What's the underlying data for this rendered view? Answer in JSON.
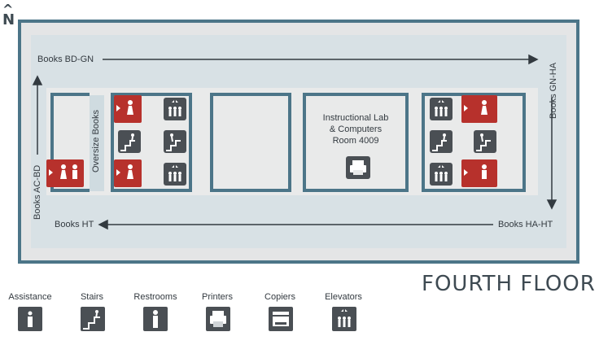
{
  "compass": {
    "label": "N"
  },
  "floor_title": "FOURTH FLOOR",
  "sections": {
    "top": "Books BD-GN",
    "right": "Books GN-HA",
    "bottom_right": "Books HA-HT",
    "bottom_left": "Books HT",
    "left": "Books AC-BD",
    "oversize": "Oversize Books"
  },
  "lab": {
    "line1": "Instructional Lab",
    "line2": "& Computers",
    "line3": "Room 4009",
    "icon": "printer-icon"
  },
  "legend": [
    {
      "label": "Assistance",
      "icon": "info-icon"
    },
    {
      "label": "Stairs",
      "icon": "stairs-icon"
    },
    {
      "label": "Restrooms",
      "icon": "restroom-icon"
    },
    {
      "label": "Printers",
      "icon": "printer-icon"
    },
    {
      "label": "Copiers",
      "icon": "copier-icon"
    },
    {
      "label": "Elevators",
      "icon": "elevator-icon"
    }
  ],
  "colors": {
    "wall": "#4c7588",
    "restroom_red": "#b7312c",
    "icon_dark": "#4a4f54",
    "floor_blue": "#d8e1e5",
    "floor_gray": "#e4e5e6"
  }
}
